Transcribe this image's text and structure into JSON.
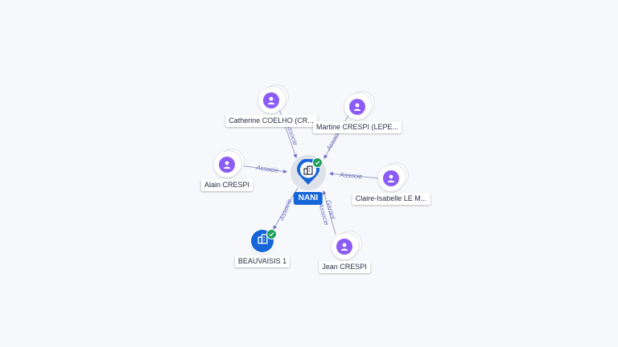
{
  "colors": {
    "person": "#8b5cf6",
    "company": "#1565d8",
    "verified": "#1e9e5a",
    "edge": "#9aa0c0",
    "edge_label": "#6c6fc4"
  },
  "center": {
    "name": "NANI",
    "icon": "building-icon",
    "verified": true
  },
  "nodes": {
    "catherine": {
      "name": "Catherine COELHO (CR...",
      "icon": "person-icon"
    },
    "martine": {
      "name": "Martine CRESPI (LEPE...",
      "icon": "person-icon"
    },
    "alain": {
      "name": "Alain CRESPI",
      "icon": "person-icon"
    },
    "claire": {
      "name": "Claire-Isabelle LE M...",
      "icon": "person-icon"
    },
    "beauvaisis": {
      "name": "BEAUVAISIS 1",
      "icon": "building-icon",
      "verified": true
    },
    "jean": {
      "name": "Jean CRESPI",
      "icon": "person-icon"
    }
  },
  "edges": {
    "catherine": {
      "label": "Associe"
    },
    "martine": {
      "label": "Associe"
    },
    "alain": {
      "label": "Associe"
    },
    "claire": {
      "label": "Associe"
    },
    "beauvaisis": {
      "label": "Associe"
    },
    "jean": {
      "label_top": "Gerant",
      "label_bottom": "Associe"
    }
  }
}
